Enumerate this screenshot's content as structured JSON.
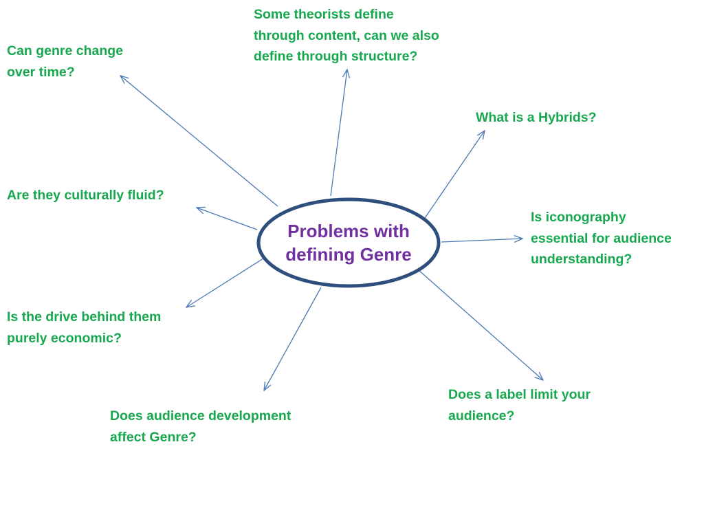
{
  "colors": {
    "question_text": "#17a84f",
    "center_text": "#7030a0",
    "ellipse_stroke": "#2e4e7e",
    "arrow": "#4a78b4"
  },
  "center": {
    "text": "Problems with\ndefining Genre"
  },
  "questions": {
    "theorists": "Some theorists define\nthrough content, can we also\ndefine through structure?",
    "genre_change": "Can genre change\nover time?",
    "hybrids": "What is a Hybrids?",
    "culturally_fluid": "Are they culturally fluid?",
    "iconography": "Is iconography\nessential for audience\nunderstanding?",
    "economic": "Is the drive behind them\npurely economic?",
    "label_limit": "Does a label limit your\naudience?",
    "audience_dev": "Does audience development\naffect Genre?"
  }
}
